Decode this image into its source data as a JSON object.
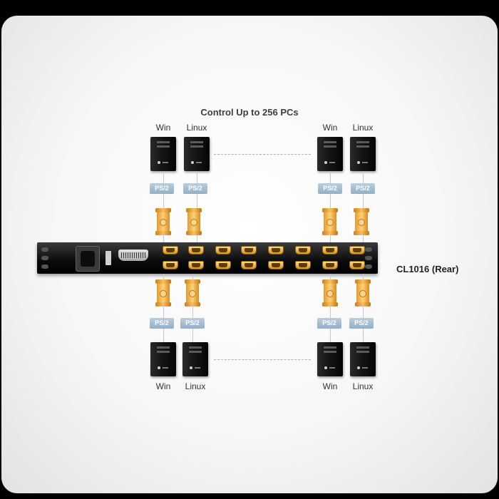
{
  "title": "Control Up to 256 PCs",
  "model_label": "CL1016 (Rear)",
  "connector_label": "PS/2",
  "top_group": {
    "labels": [
      "Win",
      "Linux",
      "Win",
      "Linux"
    ]
  },
  "bottom_group": {
    "labels": [
      "Win",
      "Linux",
      "Win",
      "Linux"
    ]
  },
  "icons": [
    "pc-tower-icon",
    "ps2-vga-connector-icon",
    "power-socket-icon",
    "power-switch-icon",
    "db25-port-icon",
    "vga-port-icon"
  ]
}
